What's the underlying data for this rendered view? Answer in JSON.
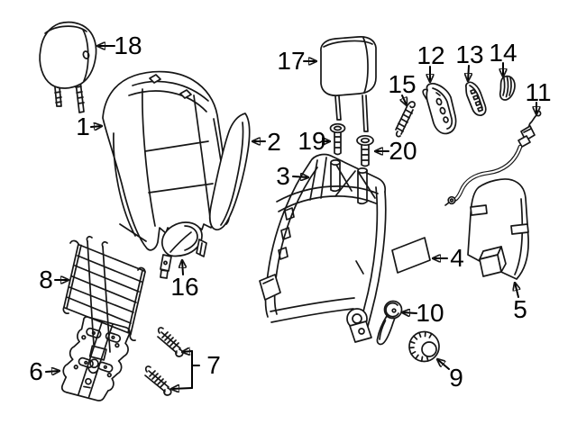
{
  "diagram": {
    "kind": "exploded-parts-diagram",
    "background_color": "#ffffff",
    "line_color": "#161616",
    "text_color": "#000000",
    "callouts": [
      {
        "number": "1"
      },
      {
        "number": "2"
      },
      {
        "number": "3"
      },
      {
        "number": "4"
      },
      {
        "number": "5"
      },
      {
        "number": "6"
      },
      {
        "number": "7"
      },
      {
        "number": "8"
      },
      {
        "number": "9"
      },
      {
        "number": "10"
      },
      {
        "number": "11"
      },
      {
        "number": "12"
      },
      {
        "number": "13"
      },
      {
        "number": "14"
      },
      {
        "number": "15"
      },
      {
        "number": "16"
      },
      {
        "number": "17"
      },
      {
        "number": "18"
      },
      {
        "number": "19"
      },
      {
        "number": "20"
      }
    ]
  }
}
